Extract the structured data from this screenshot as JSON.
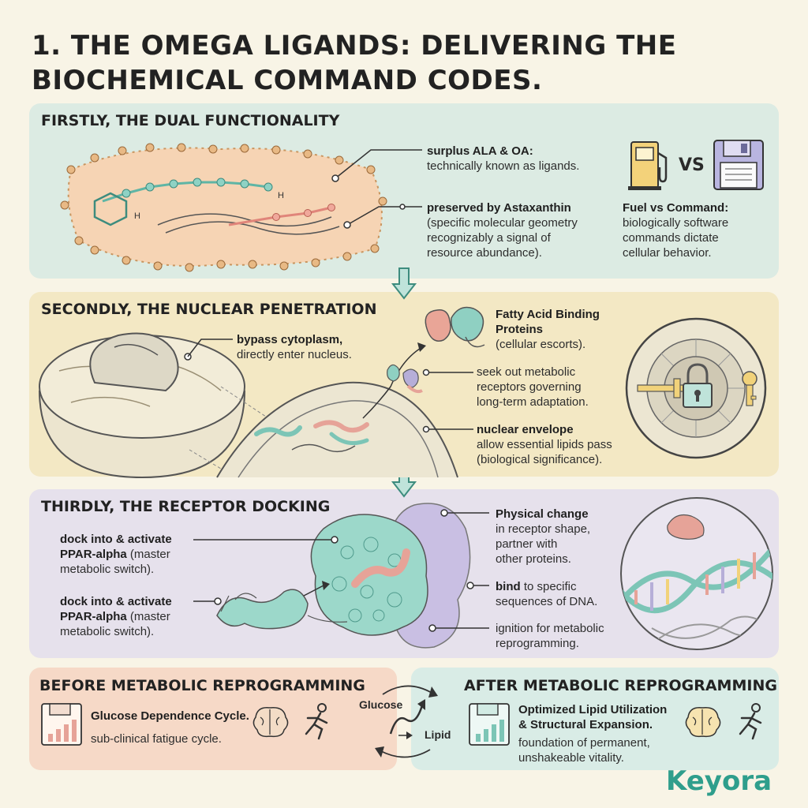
{
  "title": {
    "line1": "1. THE OMEGA LIGANDS: DELIVERING THE",
    "line2": "BIOCHEMICAL COMMAND CODES."
  },
  "section1": {
    "heading": "FIRSTLY, THE DUAL FUNCTIONALITY",
    "surplus": {
      "bold": "surplus ALA & OA:",
      "text": "technically known as ligands."
    },
    "preserved": {
      "bold": "preserved by Astaxanthin",
      "lines": [
        "(specific molecular geometry",
        "recognizably a signal of",
        "resource abundance)."
      ]
    },
    "vs_label": "VS",
    "fuel": {
      "bold": "Fuel vs Command:",
      "lines": [
        "biologically software",
        "commands dictate",
        "cellular behavior."
      ]
    },
    "molecule_h1": "H",
    "molecule_h2": "H"
  },
  "section2": {
    "heading": "SECONDLY, THE NUCLEAR PENETRATION",
    "bypass": {
      "bold": "bypass cytoplasm,",
      "text": "directly enter nucleus."
    },
    "fabp": {
      "bold_lines": [
        "Fatty Acid Binding",
        "Proteins"
      ],
      "text": "(cellular escorts)."
    },
    "seek": {
      "lines": [
        "seek out metabolic",
        "receptors governing",
        "long-term adaptation."
      ]
    },
    "envelope": {
      "bold": "nuclear envelope",
      "lines": [
        "allow essential lipids pass",
        "(biological significance)."
      ]
    }
  },
  "section3": {
    "heading": "THIRDLY, THE RECEPTOR DOCKING",
    "dock1": {
      "bold_lines": [
        "dock into & activate",
        "PPAR-alpha"
      ],
      "suffix": " (master",
      "last": "metabolic switch)."
    },
    "dock2": {
      "bold_lines": [
        "dock into & activate",
        "PPAR-alpha"
      ],
      "suffix": " (master",
      "last": "metabolic switch)."
    },
    "physical": {
      "bold": "Physical change",
      "lines": [
        "in receptor shape,",
        "partner with",
        "other proteins."
      ]
    },
    "bind": {
      "bold": "bind",
      "rest": " to specific",
      "line2": "sequences of DNA."
    },
    "ignition": {
      "lines": [
        "ignition for metabolic",
        "reprogramming."
      ]
    }
  },
  "before": {
    "heading": "BEFORE METABOLIC REPROGRAMMING",
    "bold": "Glucose Dependence Cycle.",
    "text": "sub-clinical fatigue cycle."
  },
  "cycle": {
    "glucose": "Glucose",
    "lipid": "Lipid"
  },
  "after": {
    "heading": "AFTER METABOLIC REPROGRAMMING",
    "bold_lines": [
      "Optimized Lipid Utilization",
      "& Structural Expansion."
    ],
    "lines": [
      "foundation of permanent,",
      "unshakeable vitality."
    ]
  },
  "brand": {
    "name": "Keyora"
  },
  "colors": {
    "teal": "#2f9e8c",
    "panel1": "#dcebe3",
    "panel2": "#f3e8c4",
    "panel3": "#e6e1ec",
    "before": "#f6d9c7",
    "after": "#d9ece6"
  }
}
